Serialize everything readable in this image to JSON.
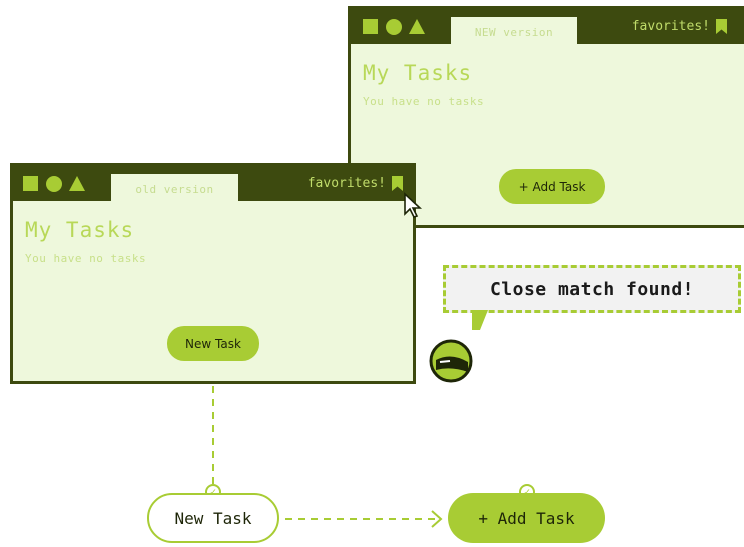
{
  "new_window": {
    "tab_label": "NEW version",
    "favorites_label": "favorites!",
    "title": "My Tasks",
    "subtitle": "You have no tasks",
    "button_label": "+ Add Task"
  },
  "old_window": {
    "tab_label": "old version",
    "favorites_label": "favorites!",
    "title": "My Tasks",
    "subtitle": "You have no tasks",
    "button_label": "New Task"
  },
  "speech_bubble": {
    "text": "Close match found!"
  },
  "flow": {
    "from_label": "New Task",
    "to_label": "+ Add Task"
  },
  "colors": {
    "accent": "#a8cc34",
    "dark": "#3d4a0f",
    "panel": "#eef8dc"
  }
}
